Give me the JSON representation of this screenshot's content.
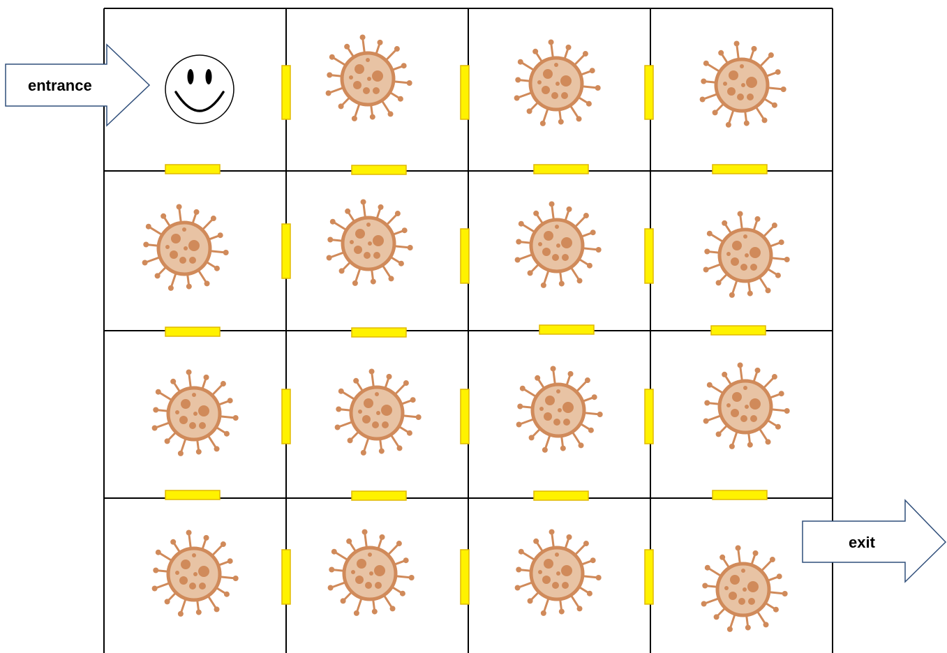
{
  "entrance": {
    "label": "entrance"
  },
  "exit": {
    "label": "exit"
  },
  "colors": {
    "grid_line": "#000000",
    "door_fill": "#FFF200",
    "door_stroke": "#E0B800",
    "arrow_fill": "#FFFFFF",
    "arrow_stroke": "#2F4E7A",
    "virus_body": "#E8C3A4",
    "virus_stroke": "#D08A5A",
    "virus_spot": "#D08A5A"
  },
  "grid": {
    "rows": 4,
    "cols": 4,
    "cells": [
      [
        "smiley-icon",
        "virus-icon",
        "virus-icon",
        "virus-icon"
      ],
      [
        "virus-icon",
        "virus-icon",
        "virus-icon",
        "virus-icon"
      ],
      [
        "virus-icon",
        "virus-icon",
        "virus-icon",
        "virus-icon"
      ],
      [
        "virus-icon",
        "virus-icon",
        "virus-icon",
        "virus-icon"
      ]
    ]
  }
}
